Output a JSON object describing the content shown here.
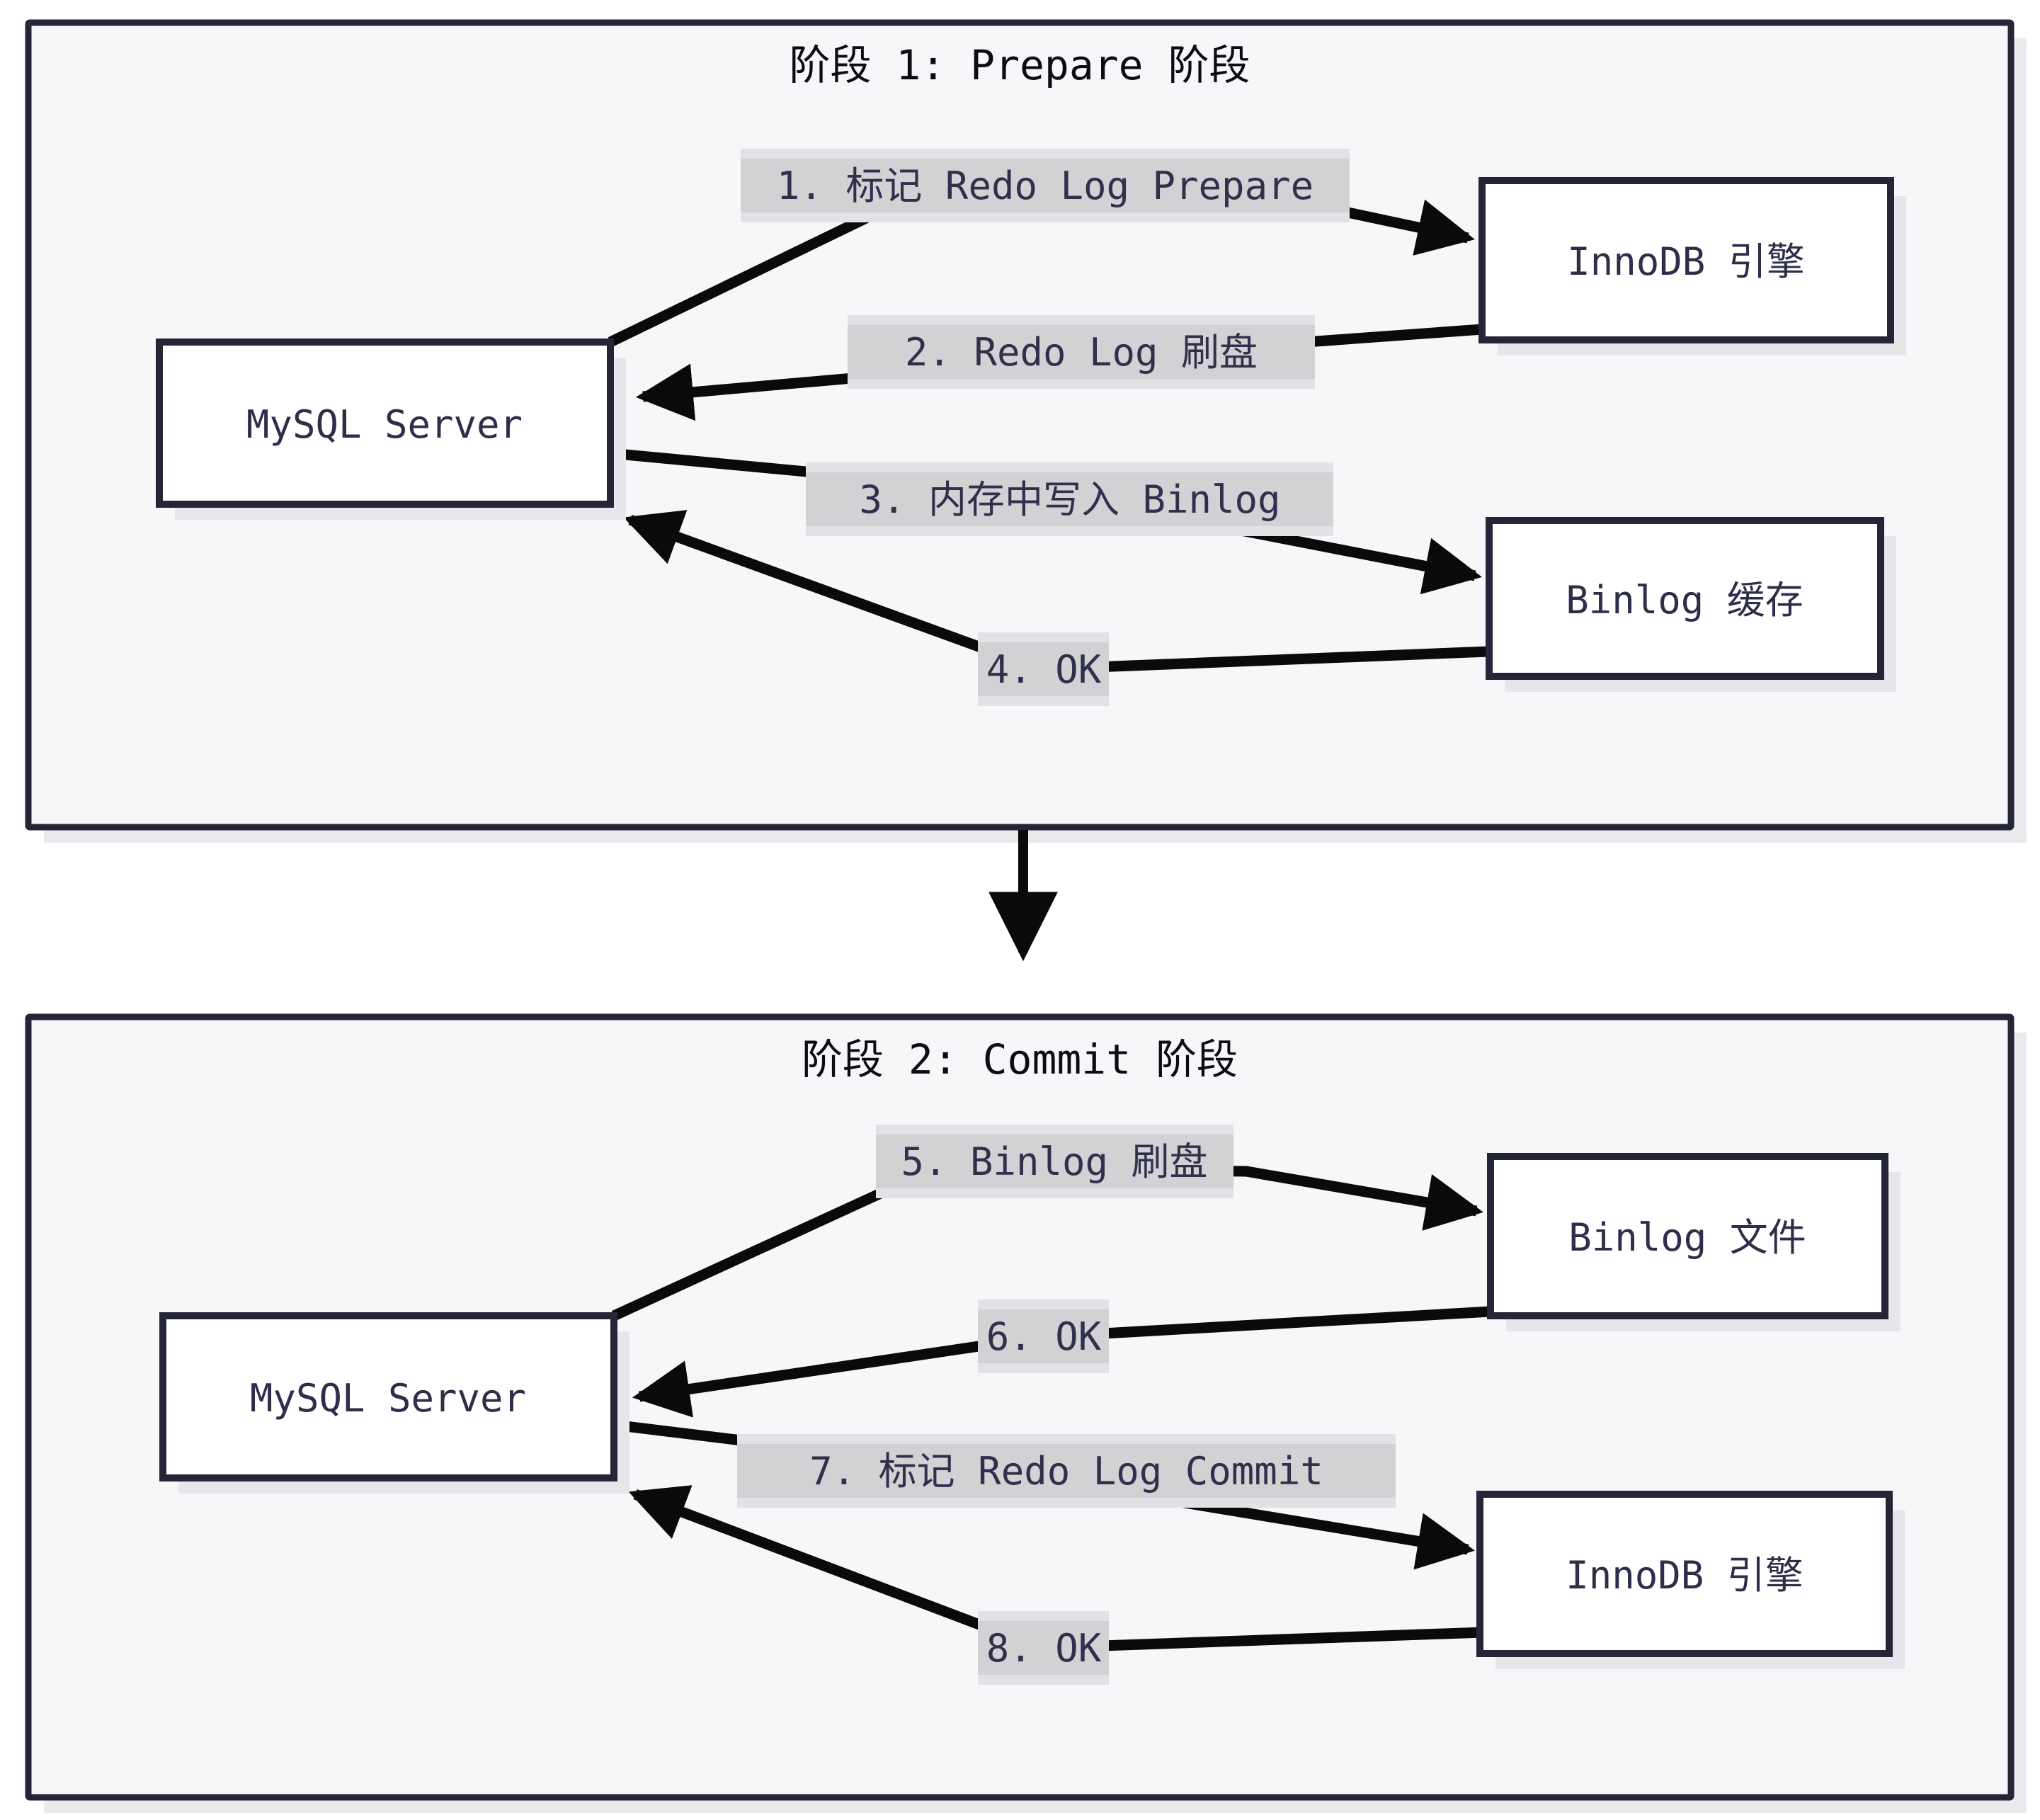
{
  "colors": {
    "panel_border": "#252538",
    "panel_fill": "#f7f7fa",
    "node_fill": "#ffffff",
    "node_text": "#2e2e4a",
    "edge_label_bg": "#d2d2d5",
    "arrow": "#0a0a0a"
  },
  "phase1": {
    "title": "阶段 1: Prepare 阶段",
    "nodes": {
      "mysql": {
        "label": "MySQL Server"
      },
      "innodb": {
        "label": "InnoDB 引擎"
      },
      "binlog_cache": {
        "label": "Binlog 缓存"
      }
    },
    "edges": [
      {
        "label": "1. 标记 Redo Log Prepare",
        "from": "MySQL Server",
        "to": "InnoDB 引擎"
      },
      {
        "label": "2. Redo Log 刷盘",
        "from": "InnoDB 引擎",
        "to": "MySQL Server"
      },
      {
        "label": "3. 内存中写入 Binlog",
        "from": "MySQL Server",
        "to": "Binlog 缓存"
      },
      {
        "label": "4. OK",
        "from": "Binlog 缓存",
        "to": "MySQL Server"
      }
    ]
  },
  "phase2": {
    "title": "阶段 2: Commit 阶段",
    "nodes": {
      "mysql": {
        "label": "MySQL Server"
      },
      "binlog_file": {
        "label": "Binlog 文件"
      },
      "innodb": {
        "label": "InnoDB 引擎"
      }
    },
    "edges": [
      {
        "label": "5. Binlog 刷盘",
        "from": "MySQL Server",
        "to": "Binlog 文件"
      },
      {
        "label": "6. OK",
        "from": "Binlog 文件",
        "to": "MySQL Server"
      },
      {
        "label": "7. 标记 Redo Log Commit",
        "from": "MySQL Server",
        "to": "InnoDB 引擎"
      },
      {
        "label": "8. OK",
        "from": "InnoDB 引擎",
        "to": "MySQL Server"
      }
    ]
  },
  "flow_connector": {
    "from": "阶段 1: Prepare 阶段",
    "to": "阶段 2: Commit 阶段"
  }
}
